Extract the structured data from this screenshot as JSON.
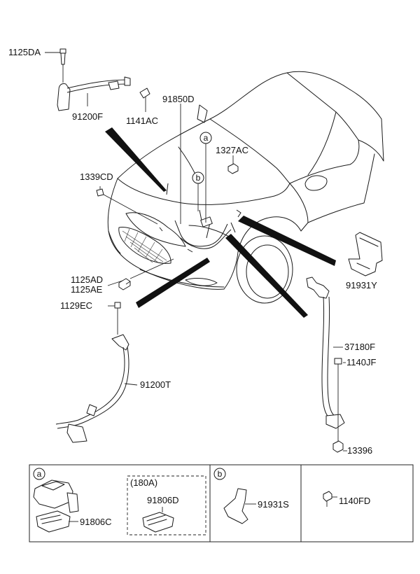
{
  "labels": {
    "p1125DA": "1125DA",
    "p91200F": "91200F",
    "p1141AC": "1141AC",
    "p91850D": "91850D",
    "p1327AC": "1327AC",
    "p1339CD": "1339CD",
    "p1125AD": "1125AD",
    "p1125AE": "1125AE",
    "p1129EC": "1129EC",
    "p91200T": "91200T",
    "p91931Y": "91931Y",
    "p37180F": "37180F",
    "p1140JF": "1140JF",
    "p13396": "13396"
  },
  "callouts": {
    "a": "a",
    "b": "b"
  },
  "inset": {
    "a": {
      "letter": "a",
      "part_main": "91806C",
      "variant_label": "(180A)",
      "part_variant": "91806D"
    },
    "b": {
      "letter": "b",
      "part": "91931S"
    },
    "c": {
      "part": "1140FD"
    }
  }
}
